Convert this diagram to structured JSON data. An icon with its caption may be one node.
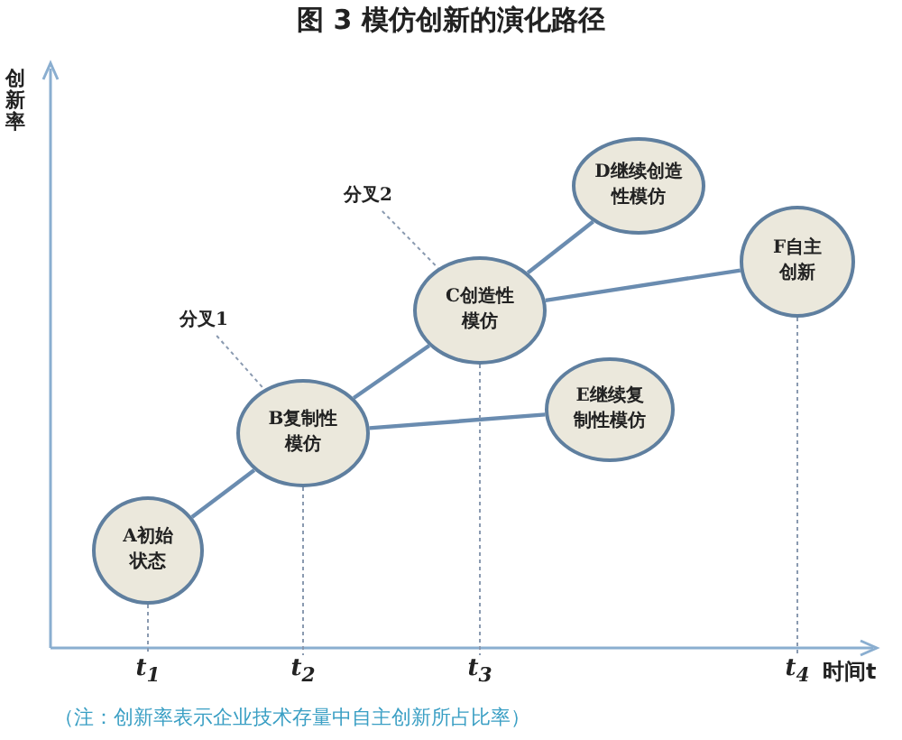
{
  "diagram": {
    "title": "图 3  模仿创新的演化路径",
    "caption": "（注：创新率表示企业技术存量中自主创新所占比率）",
    "nodes": [
      {
        "text": [
          "A初始状态"
        ]
      },
      {
        "text": [
          "B复制性模仿"
        ]
      },
      {
        "text": [
          "C创造性模仿"
        ]
      },
      {
        "text": [
          "D继续创造性模仿"
        ]
      },
      {
        "text": [
          "E继续复制性模仿"
        ]
      },
      {
        "text": [
          "F自主创新"
        ]
      },
      {
        "text": [
          "分叉1"
        ]
      },
      {
        "text": [
          "分叉2"
        ]
      },
      {
        "text": [
          "t$_{1}$"
        ]
      },
      {
        "text": [
          "t$_{2}$"
        ]
      },
      {
        "text": [
          "t$_{3}$"
        ]
      },
      {
        "text": [
          "t$_{4}$"
        ]
      }
    ],
    "edges": [
      {
        "from": 0,
        "to": 1,
        "arrow": "none"
      },
      {
        "from": 1,
        "to": 2,
        "arrow": "none"
      },
      {
        "from": 2,
        "to": 3,
        "arrow": "none"
      },
      {
        "from": 2,
        "to": 5,
        "arrow": "none"
      },
      {
        "from": 1,
        "to": 4,
        "arrow": "none"
      },
      {
        "from": 6,
        "to": 1,
        "arrow": "none",
        "style": "dashed",
        "color": "#8a9ab0"
      },
      {
        "from": 7,
        "to": 2,
        "arrow": "none",
        "style": "dashed",
        "color": "#8a9ab0"
      },
      {
        "from": 0,
        "to": 8,
        "arrow": "none",
        "style": "dashed",
        "color": "#8a9ab0"
      },
      {
        "from": 1,
        "to": 9,
        "arrow": "none",
        "style": "dashed",
        "color": "#8a9ab0"
      },
      {
        "from": 2,
        "to": 10,
        "arrow": "none",
        "style": "dashed",
        "color": "#8a9ab0"
      },
      {
        "from": 5,
        "to": 11,
        "arrow": "none",
        "style": "dashed",
        "color": "#8a9ab0"
      }
    ],
    "labels": [
      "创新率",
      "时间t"
    ]
  }
}
